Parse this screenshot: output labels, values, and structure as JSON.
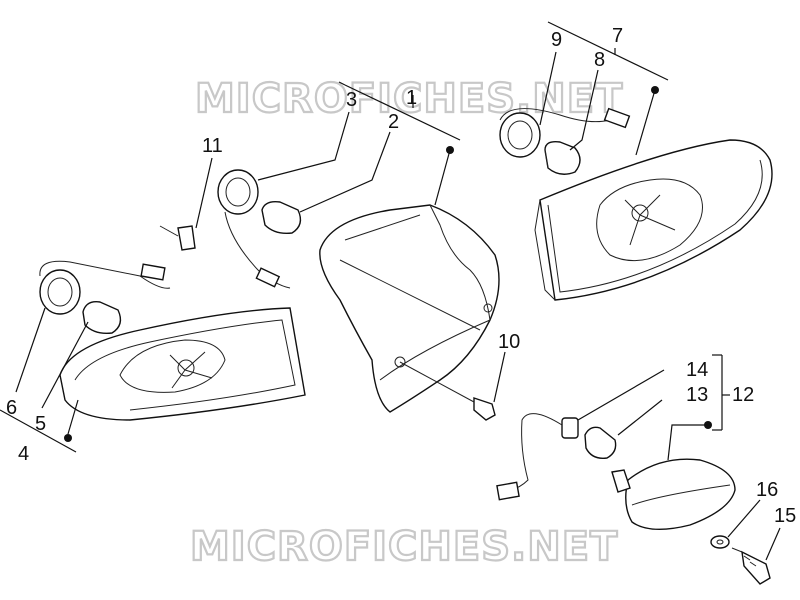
{
  "watermark": {
    "top": "MICROFICHES.NET",
    "bottom": "MICROFICHES.NET"
  },
  "callouts": {
    "n1": "1",
    "n2": "2",
    "n3": "3",
    "n4": "4",
    "n5": "5",
    "n6": "6",
    "n7": "7",
    "n8": "8",
    "n9": "9",
    "n10": "10",
    "n11": "11",
    "n12": "12",
    "n13": "13",
    "n14": "14",
    "n15": "15",
    "n16": "16"
  }
}
